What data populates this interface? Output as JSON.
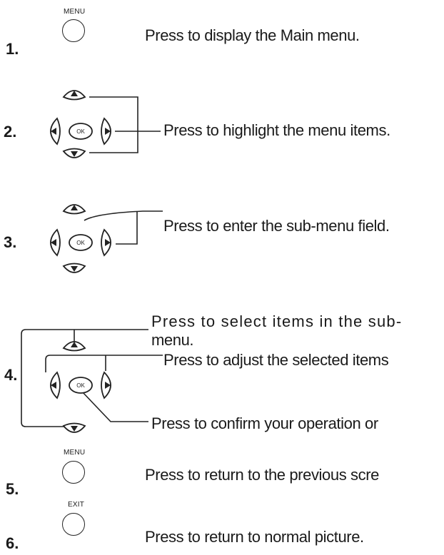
{
  "steps": [
    {
      "number": "1.",
      "button_label": "MENU",
      "text": "Press to display the Main menu."
    },
    {
      "number": "2.",
      "text": "Press to highlight the menu items."
    },
    {
      "number": "3.",
      "text": "Press to enter the sub-menu field."
    },
    {
      "number": "4.",
      "text_select_line1": "Press to select items in the sub-",
      "text_select_line2": "menu.",
      "text_adjust": "Press to adjust the selected items",
      "text_confirm": "Press to confirm your operation or"
    },
    {
      "number": "5.",
      "button_label": "MENU",
      "text": "Press to return to the previous scre"
    },
    {
      "number": "6.",
      "button_label": "EXIT",
      "text": "Press to return to normal picture."
    }
  ],
  "ok_label": "OK"
}
